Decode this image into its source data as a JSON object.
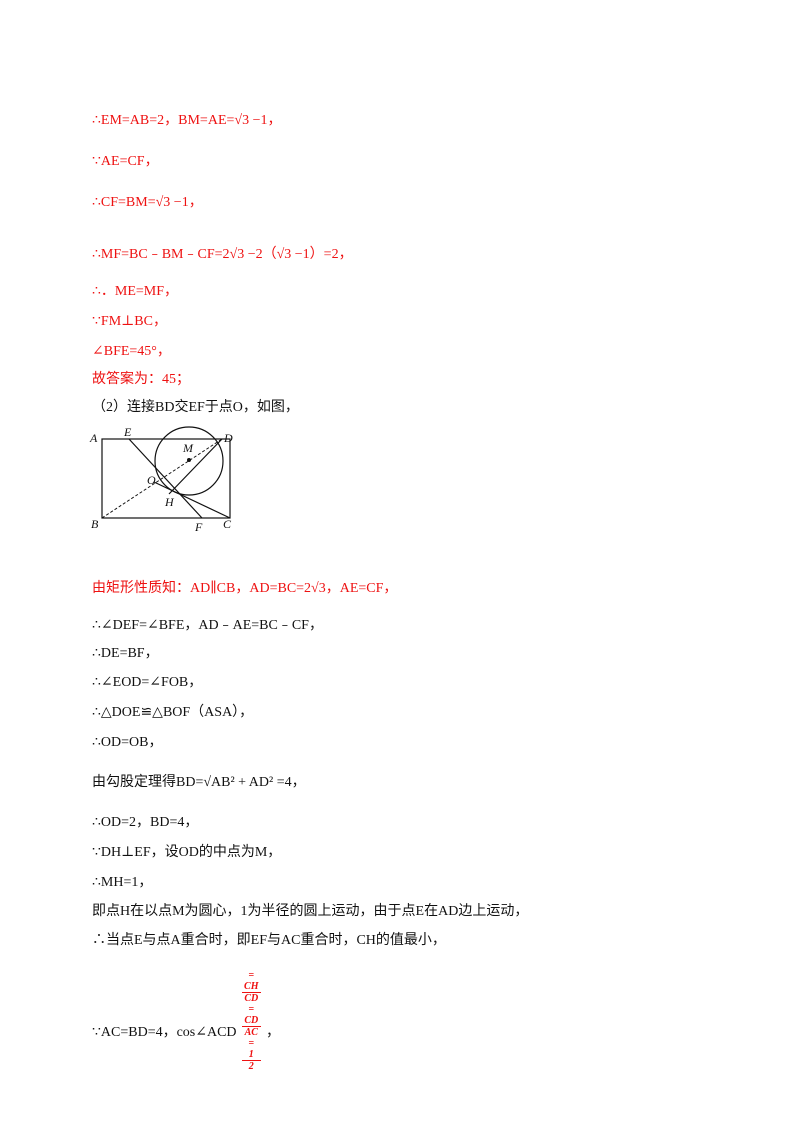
{
  "lines": [
    {
      "text": "∴EM=AB=2，BM=AE=√3 −1，"
    },
    {
      "text": "∵AE=CF，"
    },
    {
      "text": "∴CF=BM=√3 −1，"
    },
    {
      "text": "∴MF=BC﹣BM﹣CF=2√3 −2（√3 −1）=2，"
    },
    {
      "text": "∴．ME=MF，"
    },
    {
      "text": "∵FM⊥BC，"
    },
    {
      "text": "∠BFE=45°，"
    },
    {
      "text": "故答案为：45；"
    },
    {
      "text": "（2）连接BD交EF于点O，如图，"
    },
    {
      "text": "由矩形性质知：AD∥CB，AD=BC=2√3，AE=CF，"
    },
    {
      "text": "∴∠DEF=∠BFE，AD﹣AE=BC﹣CF，"
    },
    {
      "text": "∴DE=BF，"
    },
    {
      "text": "∴∠EOD=∠FOB，"
    },
    {
      "text": "∴△DOE≌△BOF（ASA），"
    },
    {
      "text": "∴OD=OB，"
    },
    {
      "text": "由勾股定理得BD=√AB² + AD² =4，"
    },
    {
      "text": "∴OD=2，BD=4，"
    },
    {
      "text": "∵DH⊥EF，设OD的中点为M，"
    },
    {
      "text": "∴MH=1，"
    },
    {
      "text": "即点H在以点M为圆心，1为半径的圆上运动，由于点E在AD边上运动，"
    },
    {
      "text": "∴当点E与点A重合时，即EF与AC重合时，CH的值最小，"
    }
  ],
  "last_line": {
    "prefix": "∵AC=BD=4，cos∠ACD",
    "f1_num": "CH",
    "f1_den": "CD",
    "f2_num": "CD",
    "f2_den": "AC",
    "f3_num": "1",
    "f3_den": "2",
    "eq": "=",
    "suffix": "，"
  },
  "figure": {
    "labels": {
      "A": "A",
      "E": "E",
      "M": "M",
      "D": "D",
      "O": "O",
      "H": "H",
      "B": "B",
      "F": "F",
      "C": "C"
    }
  }
}
